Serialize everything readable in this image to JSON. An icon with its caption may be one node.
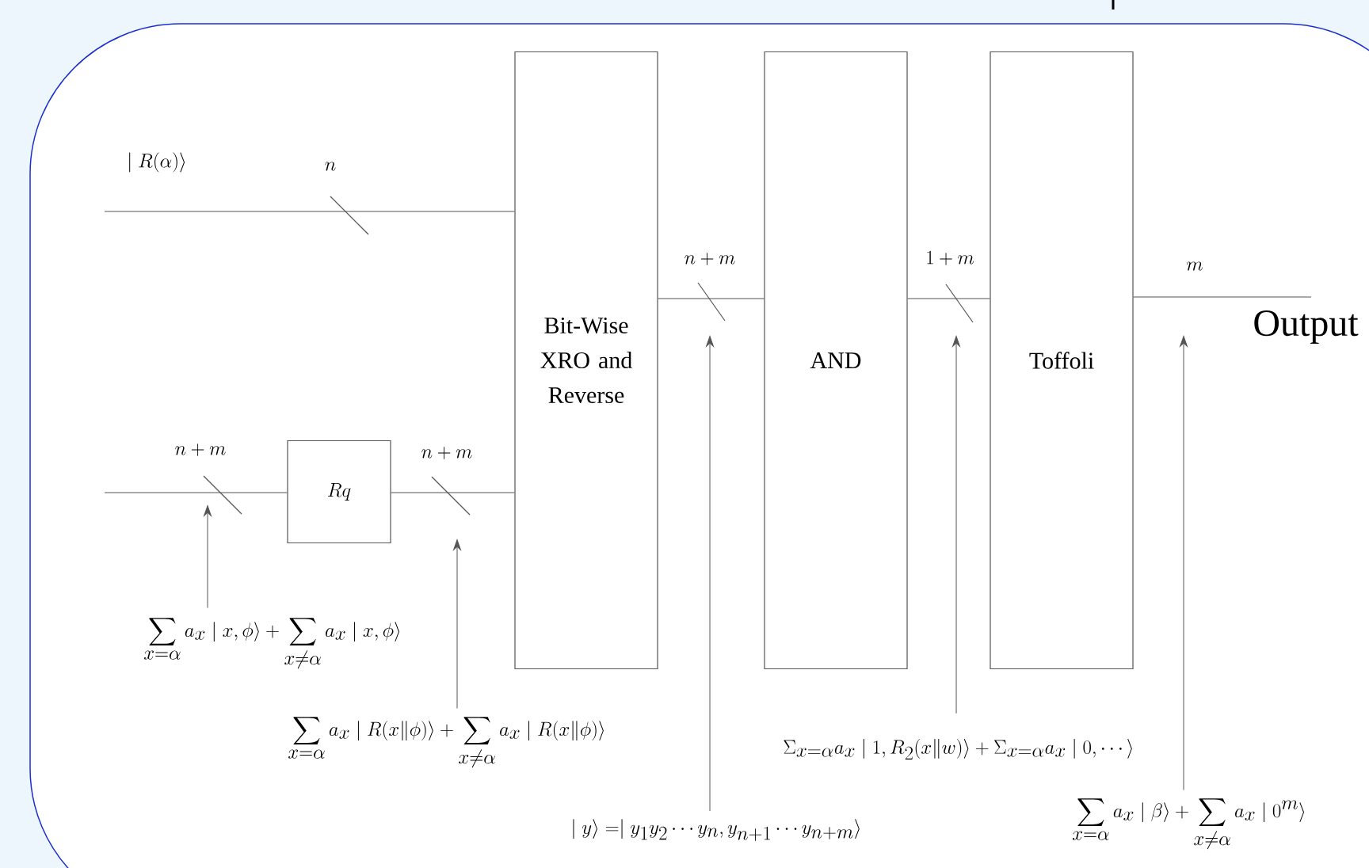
{
  "diagram": {
    "nodes": [
      {
        "text": [
          "Bit-Wise XRO and Reverse"
        ]
      },
      {
        "text": [
          "AND"
        ]
      },
      {
        "text": [
          "Toffoli"
        ]
      },
      {
        "text": [
          "Rq"
        ]
      },
      {
        "text": [
          "\\sum_{x=\\alpha} a_x \\mid x,\\phi\\rangle + \\sum_{x\\neq\\alpha} a_x \\mid x,\\phi\\rangle"
        ]
      },
      {
        "text": [
          "\\sum_{x=\\alpha} a_x \\mid R(x\\|\\phi)\\rangle + \\sum_{x\\neq\\alpha} a_x \\mid R(x\\|\\phi)\\rangle"
        ]
      },
      {
        "text": [
          "\\mid y\\rangle = \\mid y_1 y_2 \\cdots y_n, y_{n+1} \\cdots y_{n+m}\\rangle"
        ]
      },
      {
        "text": [
          "\\Sigma_{x=\\alpha} a_x \\mid 1, R_2(x\\| w)\\rangle + \\Sigma_{x=\\alpha} a_x \\mid 0,\\cdots\\rangle"
        ]
      },
      {
        "text": [
          "\\sum_{x=\\alpha} a_x \\mid \\beta\\rangle + \\sum_{x\\neq\\alpha} a_x \\mid 0^m\\rangle"
        ]
      }
    ],
    "edges": [
      {
        "from": null,
        "to": 0,
        "arrow": "none",
        "label": "n"
      },
      {
        "from": null,
        "to": 3,
        "arrow": "none",
        "label": "n+m"
      },
      {
        "from": 3,
        "to": 0,
        "arrow": "none",
        "label": "n+m"
      },
      {
        "from": 0,
        "to": 1,
        "arrow": "none",
        "label": "n+m"
      },
      {
        "from": 1,
        "to": 2,
        "arrow": "none",
        "label": "1+m"
      },
      {
        "from": 2,
        "to": null,
        "arrow": "none",
        "label": "m"
      },
      {
        "from": 4,
        "to": null,
        "arrow": "to"
      },
      {
        "from": 5,
        "to": null,
        "arrow": "to"
      },
      {
        "from": 6,
        "to": null,
        "arrow": "to"
      },
      {
        "from": 7,
        "to": null,
        "arrow": "to"
      },
      {
        "from": 8,
        "to": null,
        "arrow": "to"
      }
    ],
    "labels": [
      "\\mid R(\\alpha)\\rangle",
      "Output"
    ]
  }
}
